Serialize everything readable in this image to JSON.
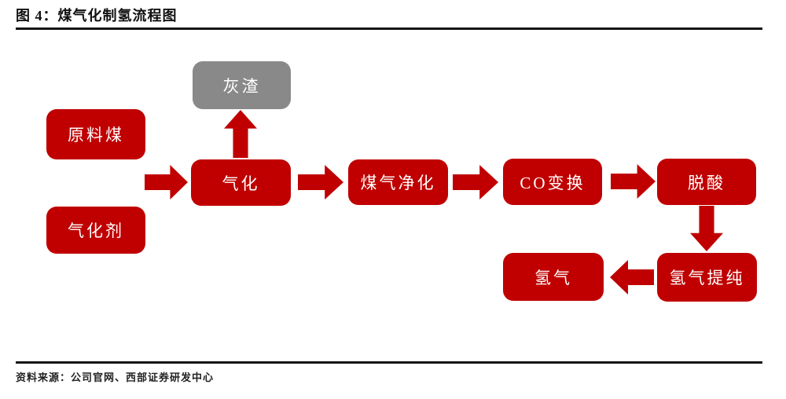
{
  "figure": {
    "title": "图 4：煤气化制氢流程图",
    "source": "资料来源：公司官网、西部证券研发中心"
  },
  "colors": {
    "process_box_red": "#c00000",
    "byproduct_box_gray": "#898989",
    "box_text_white": "#ffffff",
    "rule_black": "#151515"
  },
  "flowchart": {
    "nodes": [
      {
        "id": "raw-coal",
        "label": "原料煤",
        "type": "input"
      },
      {
        "id": "gasification-agent",
        "label": "气化剂",
        "type": "input"
      },
      {
        "id": "ash-residue",
        "label": "灰渣",
        "type": "byproduct"
      },
      {
        "id": "gasification",
        "label": "气化",
        "type": "process"
      },
      {
        "id": "gas-purification",
        "label": "煤气净化",
        "type": "process"
      },
      {
        "id": "co-shift",
        "label": "CO变换",
        "type": "process"
      },
      {
        "id": "deacidification",
        "label": "脱酸",
        "type": "process"
      },
      {
        "id": "hydrogen-purification",
        "label": "氢气提纯",
        "type": "process"
      },
      {
        "id": "hydrogen",
        "label": "氢气",
        "type": "output"
      }
    ],
    "edges": [
      {
        "from": "原料煤",
        "to": "气化",
        "direction": "right"
      },
      {
        "from": "气化剂",
        "to": "气化",
        "direction": "right"
      },
      {
        "from": "气化",
        "to": "灰渣",
        "direction": "up"
      },
      {
        "from": "气化",
        "to": "煤气净化",
        "direction": "right"
      },
      {
        "from": "煤气净化",
        "to": "CO变换",
        "direction": "right"
      },
      {
        "from": "CO变换",
        "to": "脱酸",
        "direction": "right"
      },
      {
        "from": "脱酸",
        "to": "氢气提纯",
        "direction": "down"
      },
      {
        "from": "氢气提纯",
        "to": "氢气",
        "direction": "left"
      }
    ]
  }
}
